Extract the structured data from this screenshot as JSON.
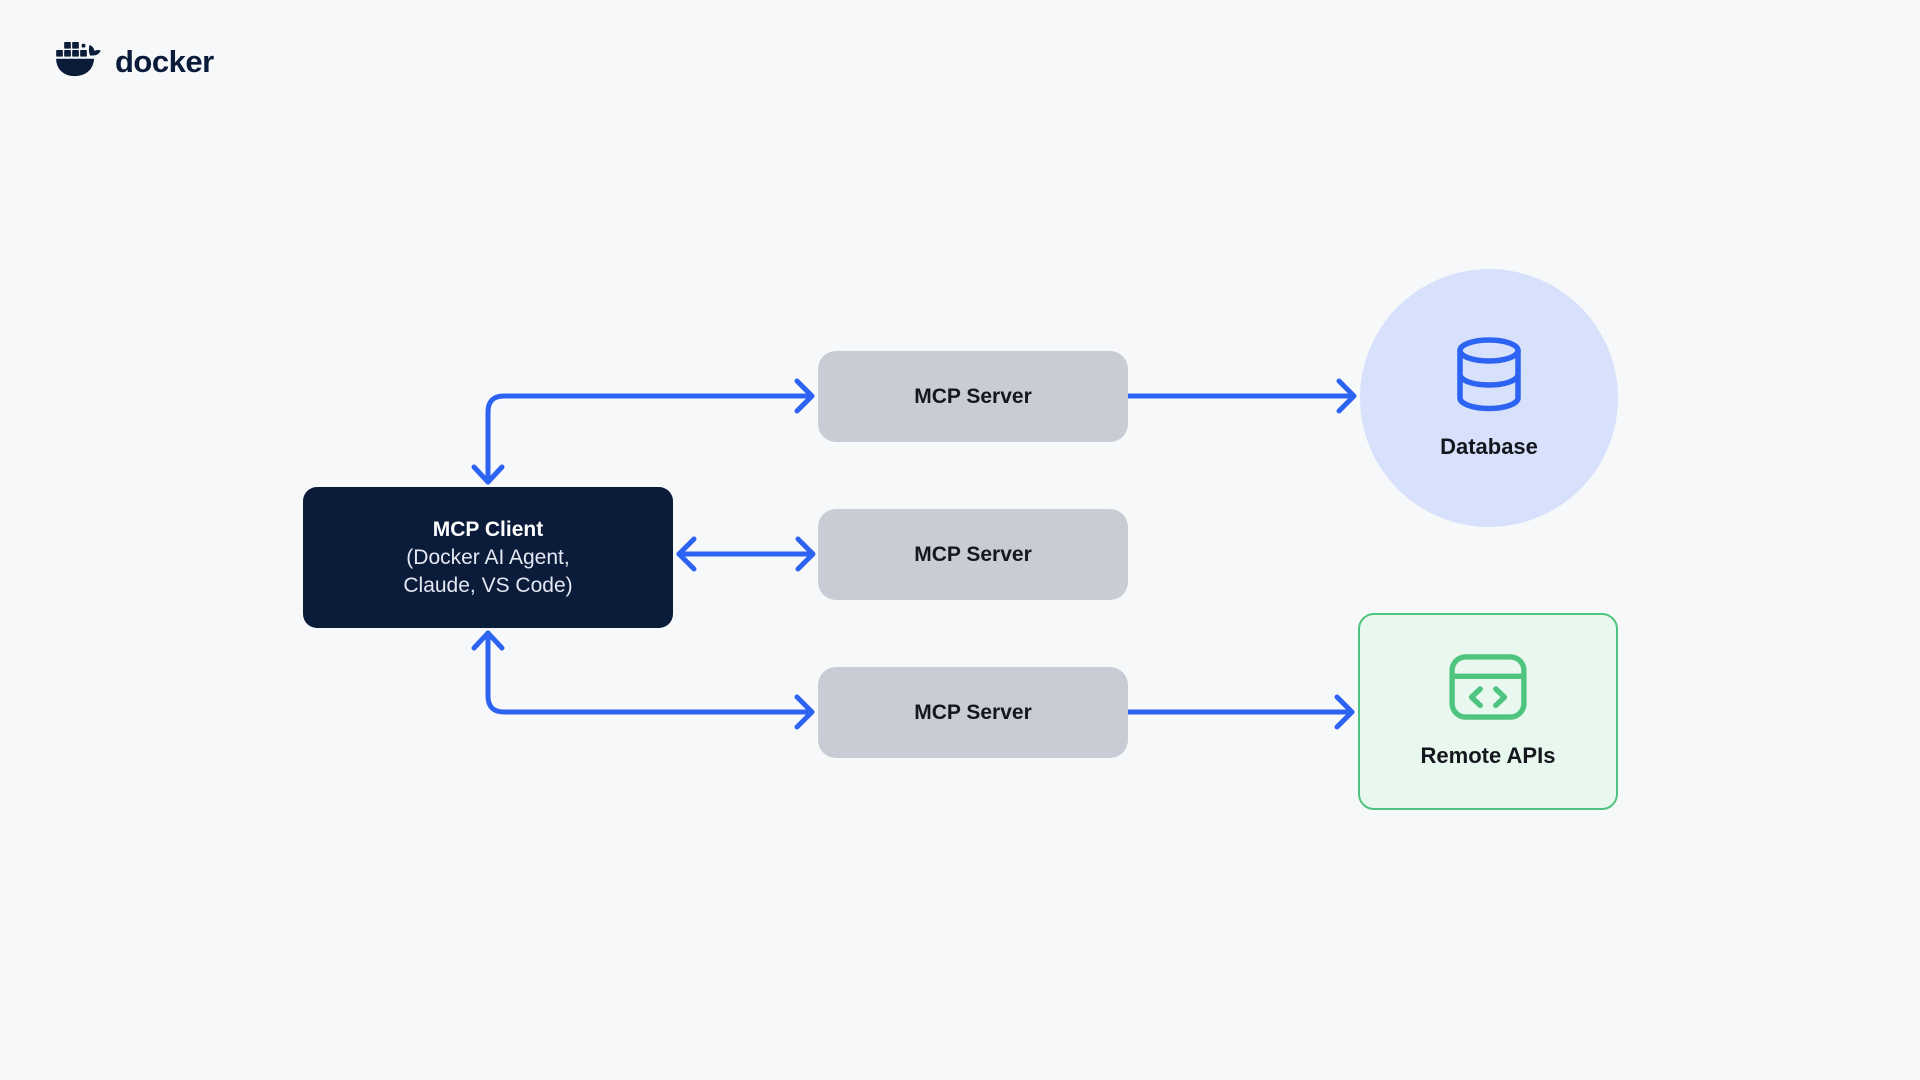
{
  "colors": {
    "background": "#f7f8fa",
    "navy": "#0b1b3a",
    "arrow_blue": "#2c63f2",
    "server_gray": "#c8ccd5",
    "database_circle": "#d7e1fb",
    "green": "#4fc47e",
    "green_light": "#e9f8ee",
    "text_dark": "#14171d",
    "text_light": "#e3e8f2",
    "white": "#ffffff"
  },
  "brand": {
    "wordmark": "docker",
    "icon": "docker-whale-icon"
  },
  "diagram": {
    "client": {
      "title": "MCP Client",
      "subtitle_line1": "(Docker AI Agent,",
      "subtitle_line2": "Claude, VS Code)"
    },
    "servers": [
      {
        "label": "MCP Server"
      },
      {
        "label": "MCP Server"
      },
      {
        "label": "MCP Server"
      }
    ],
    "database": {
      "label": "Database",
      "icon": "database-cylinder-icon"
    },
    "remote_apis": {
      "label": "Remote APIs",
      "icon": "code-window-icon"
    }
  }
}
